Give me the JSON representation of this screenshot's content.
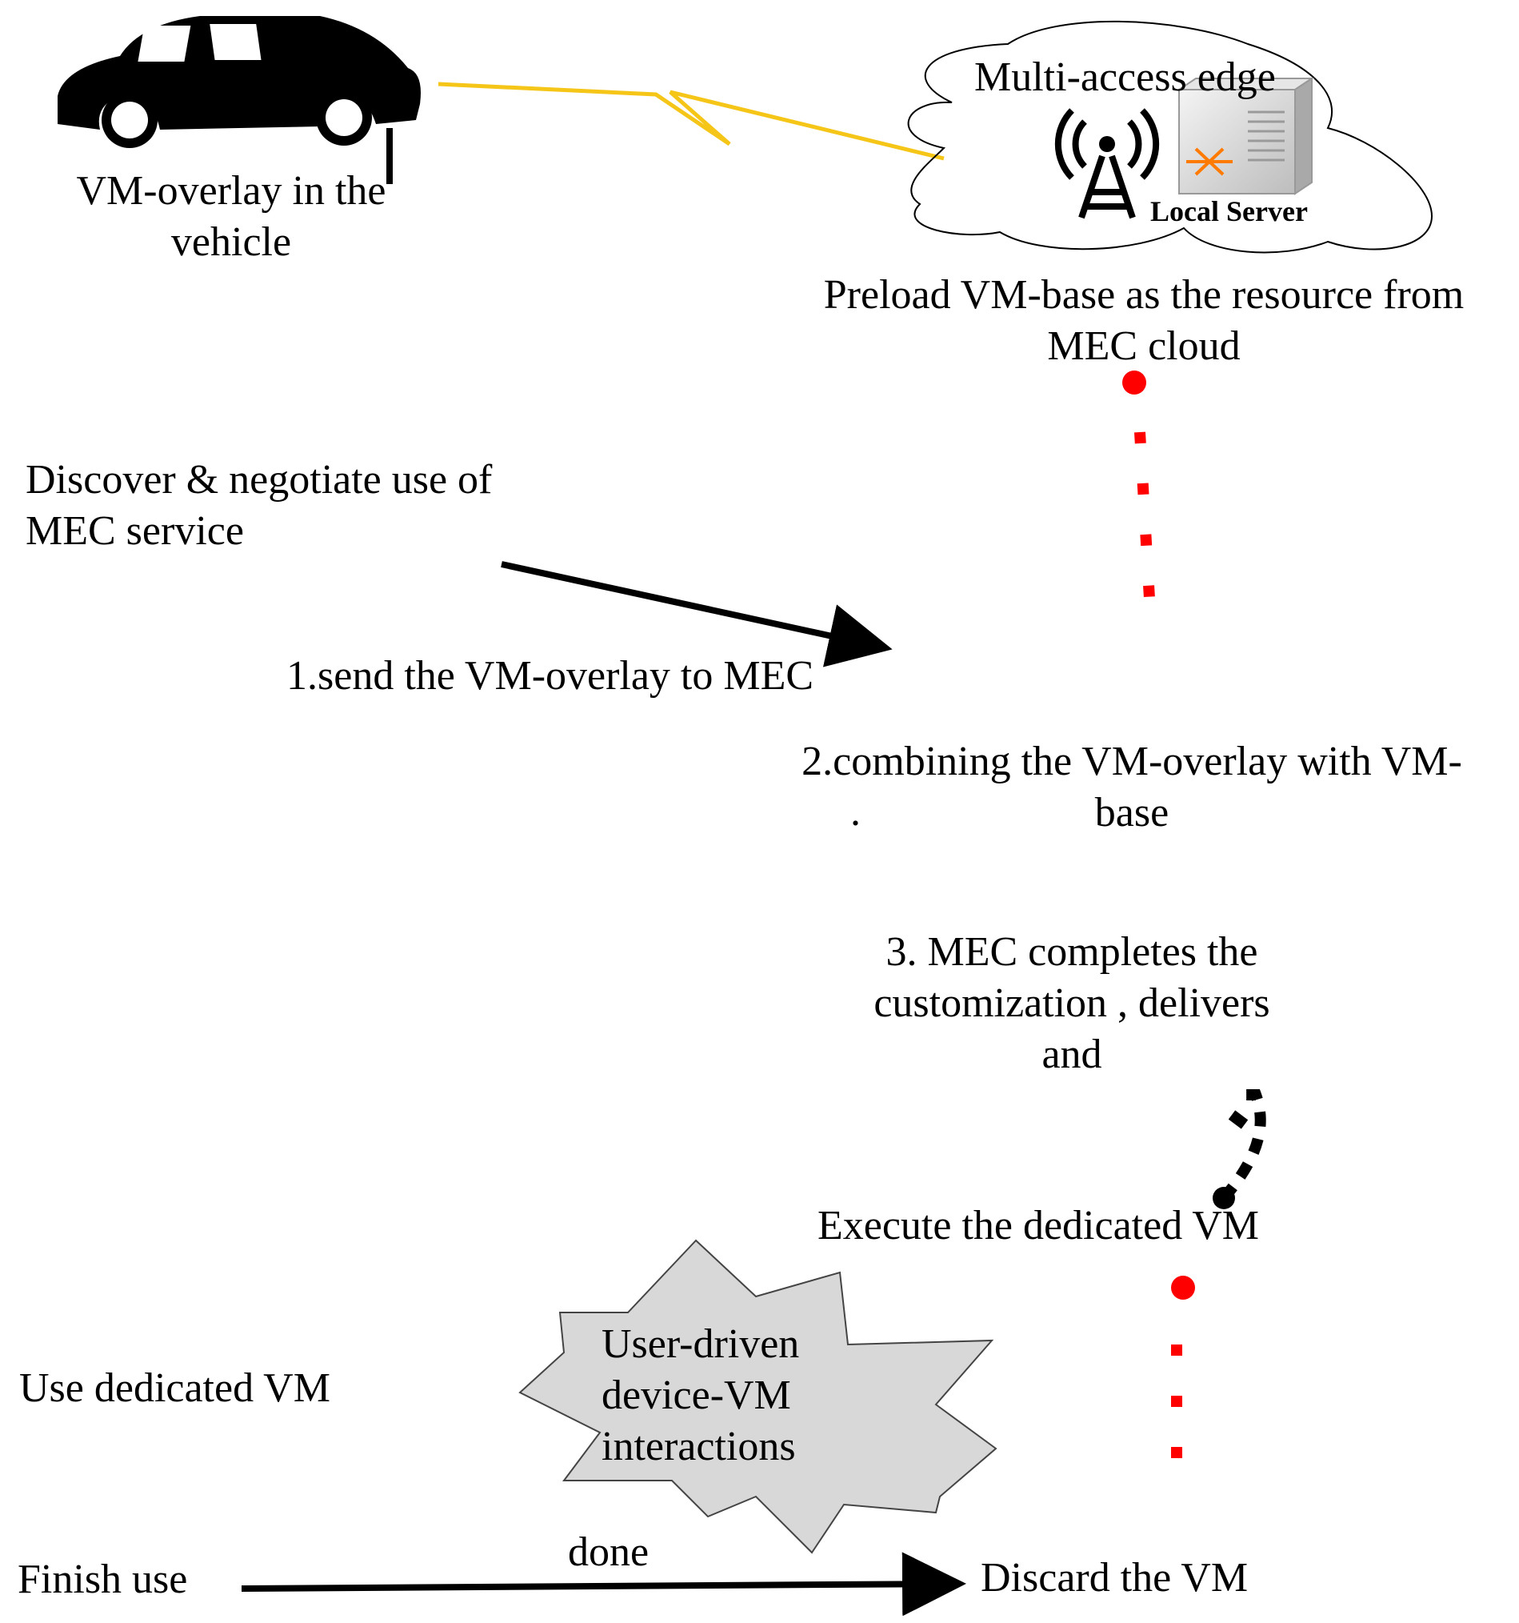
{
  "labels": {
    "vehicle": [
      "VM-overlay in the",
      "vehicle"
    ],
    "mec_edge": "Multi-access edge",
    "local_server": "Local Server",
    "preload": [
      "Preload VM-base as the resource from",
      "MEC cloud"
    ],
    "discover": [
      "Discover & negotiate use of",
      "MEC service"
    ],
    "step1": "1.send the VM-overlay to MEC",
    "step2": [
      "2.combining the VM-overlay with VM-",
      "base"
    ],
    "step3": [
      "3. MEC completes the",
      "customization , delivers",
      "and"
    ],
    "execute": "Execute the dedicated VM",
    "use_vm": "Use dedicated VM",
    "interactions": [
      "User-driven",
      "device-VM",
      "interactions"
    ],
    "finish": "Finish use",
    "done": "done",
    "discard": "Discard the VM",
    "stray_dot": "."
  },
  "icons": {
    "vehicle": "car-icon",
    "wireless": "lightning-bolt-icon",
    "tower": "antenna-tower-icon",
    "server": "server-icon"
  },
  "colors": {
    "ink": "#000000",
    "accent_red": "#ff0000",
    "lightning": "#f5c518",
    "star": "#ff7a00",
    "burst_fill": "#d8d8d8"
  }
}
